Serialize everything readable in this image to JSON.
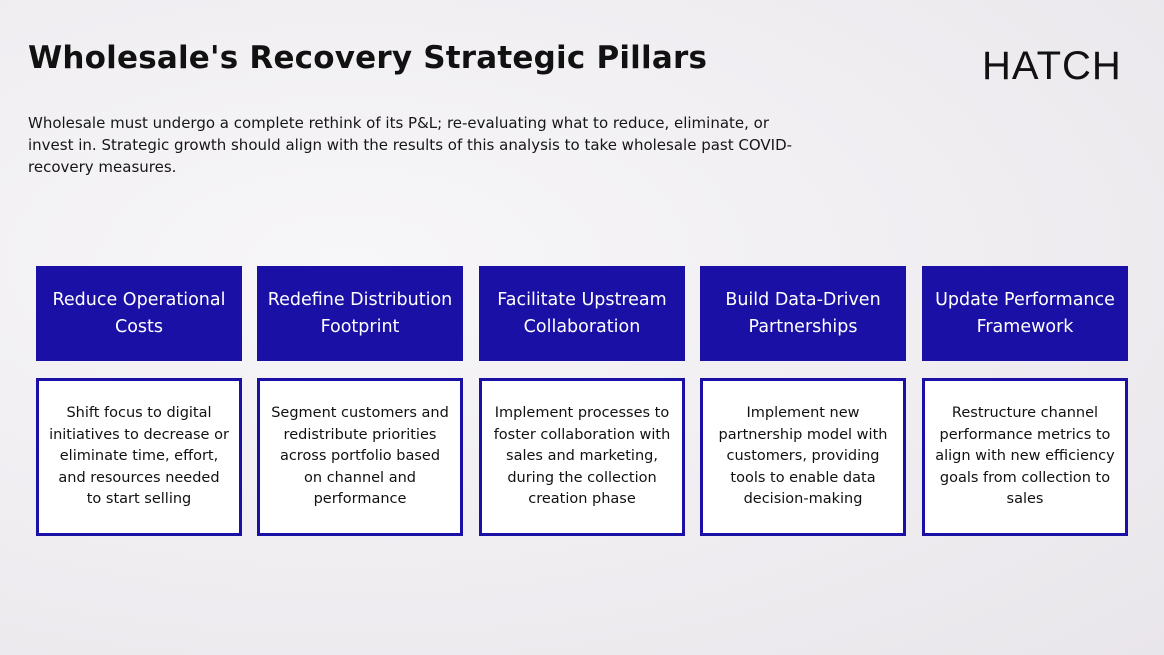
{
  "title": "Wholesale's Recovery Strategic Pillars",
  "logo": "HATCH",
  "intro": "Wholesale must undergo a complete rethink of its P&L; re-evaluating what to reduce, eliminate, or invest in. Strategic growth should align with the results of this analysis to take wholesale past COVID-recovery measures.",
  "colors": {
    "accent": "#1a10a6",
    "background": "#f1eff2",
    "text": "#111111"
  },
  "pillars": [
    {
      "title": "Reduce Operational Costs",
      "description": "Shift focus to digital initiatives to decrease or eliminate time, effort, and resources needed to start selling"
    },
    {
      "title": "Redefine Distribution Footprint",
      "description": "Segment customers and redistribute priorities across portfolio based on channel and performance"
    },
    {
      "title": "Facilitate Upstream Collaboration",
      "description": "Implement processes to foster collaboration with sales and marketing, during the collection creation phase"
    },
    {
      "title": "Build Data-Driven Partnerships",
      "description": "Implement new partnership model with customers, providing tools to enable data decision-making"
    },
    {
      "title": "Update Performance Framework",
      "description": "Restructure channel performance metrics to align with new efficiency goals from collection to sales"
    }
  ]
}
